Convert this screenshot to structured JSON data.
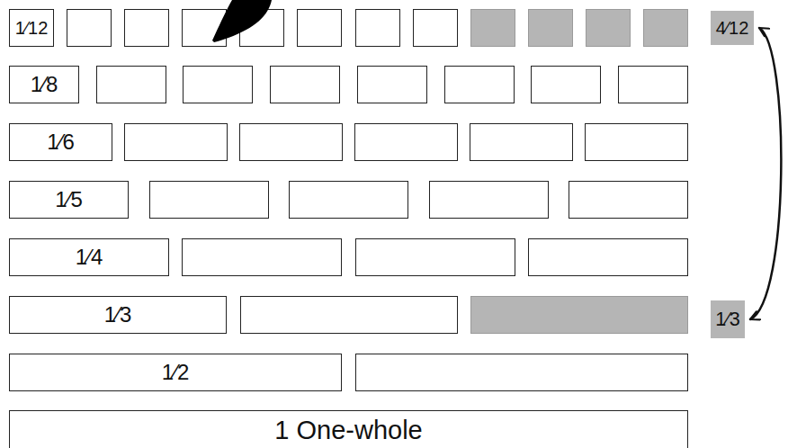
{
  "diagram": {
    "nodes": [
      {
        "text": [
          "1⁄12"
        ]
      },
      {
        "text": [
          "4⁄12"
        ]
      },
      {
        "text": [
          "1⁄8"
        ]
      },
      {
        "text": [
          "1⁄6"
        ]
      },
      {
        "text": [
          "1⁄5"
        ]
      },
      {
        "text": [
          "1⁄4"
        ]
      },
      {
        "text": [
          "1⁄3"
        ]
      },
      {
        "text": [
          "1⁄3"
        ]
      },
      {
        "text": [
          "1⁄2"
        ]
      },
      {
        "text": [
          "1 One-whole"
        ]
      }
    ],
    "edges": [
      {
        "from": 1,
        "to": 7,
        "arrow": "both"
      }
    ]
  }
}
